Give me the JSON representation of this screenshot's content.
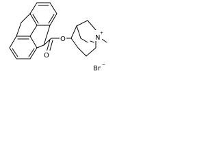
{
  "molecule": {
    "atoms": {
      "ester_carbonyl_oxygen": "O",
      "ester_bridge_oxygen": "O",
      "quaternary_nitrogen": "N",
      "nitrogen_charge": "+",
      "counterion": "Br",
      "counterion_charge": "−"
    }
  }
}
